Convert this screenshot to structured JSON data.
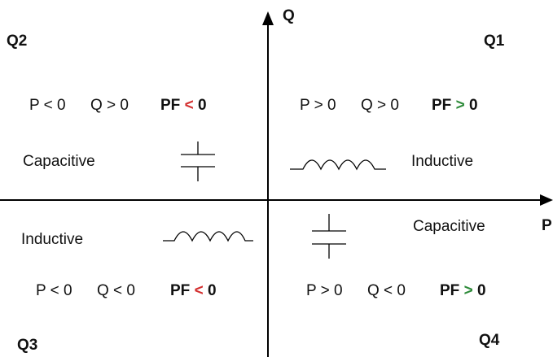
{
  "axes": {
    "x_label": "P",
    "y_label": "Q"
  },
  "quadrants": {
    "q1": {
      "name": "Q1",
      "p_cond": "P > 0",
      "q_cond": "Q > 0",
      "pf_prefix": "PF",
      "pf_op": ">",
      "pf_value": "0",
      "load_type": "Inductive",
      "component_icon": "inductor-coil-icon"
    },
    "q2": {
      "name": "Q2",
      "p_cond": "P < 0",
      "q_cond": "Q > 0",
      "pf_prefix": "PF",
      "pf_op": "<",
      "pf_value": "0",
      "load_type": "Capacitive",
      "component_icon": "capacitor-icon"
    },
    "q3": {
      "name": "Q3",
      "p_cond": "P < 0",
      "q_cond": "Q < 0",
      "pf_prefix": "PF",
      "pf_op": "<",
      "pf_value": "0",
      "load_type": "Inductive",
      "component_icon": "inductor-coil-icon"
    },
    "q4": {
      "name": "Q4",
      "p_cond": "P > 0",
      "q_cond": "Q < 0",
      "pf_prefix": "PF",
      "pf_op": ">",
      "pf_value": "0",
      "load_type": "Capacitive",
      "component_icon": "capacitor-icon"
    }
  },
  "colors": {
    "pf_negative": "#d32f2f",
    "pf_positive": "#2e8b3a",
    "line": "#000000"
  }
}
